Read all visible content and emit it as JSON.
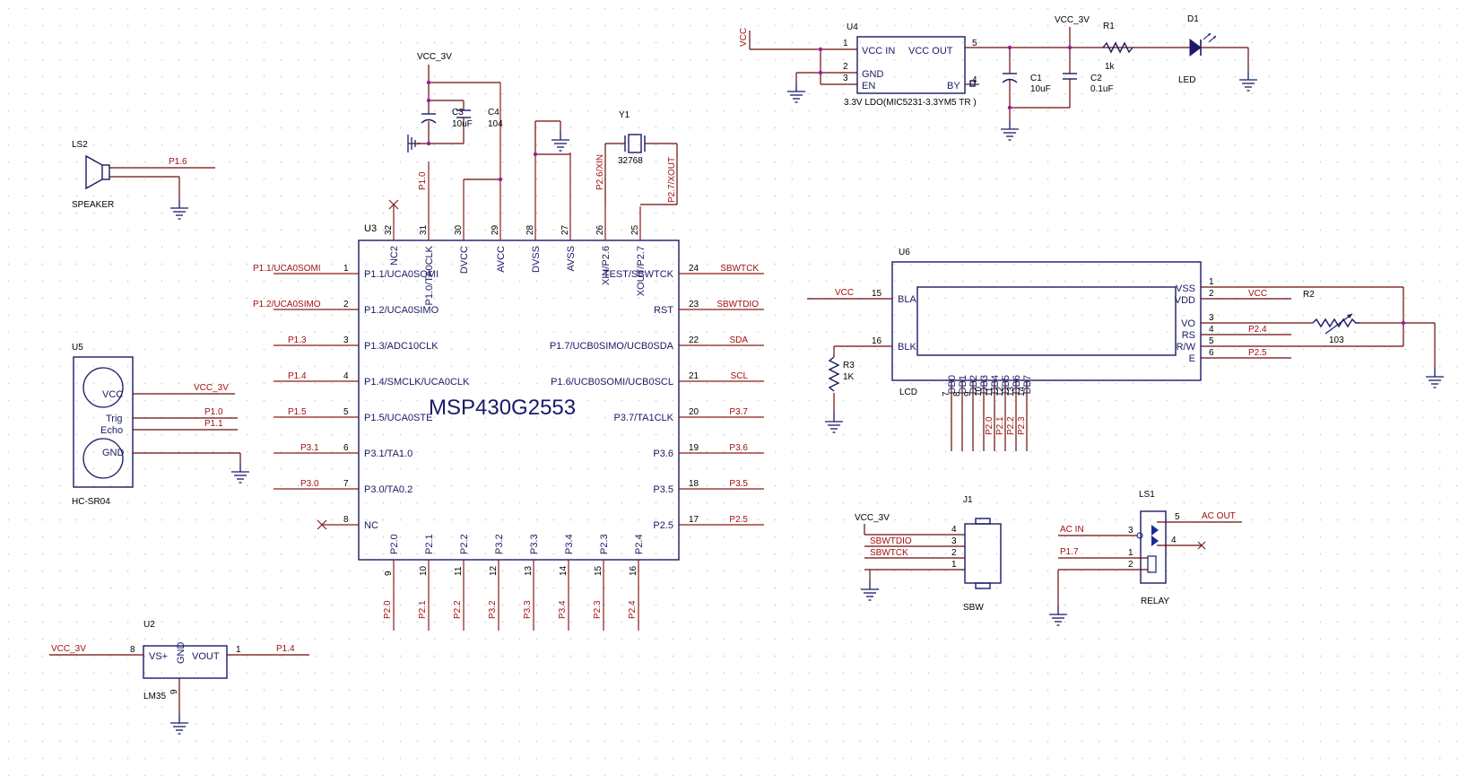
{
  "mcu": {
    "ref": "U3",
    "name": "MSP430G2553",
    "left_pins": [
      {
        "num": "1",
        "label": "P1.1/UCA0SOMI",
        "net": "P1.1/UCA0SOMI"
      },
      {
        "num": "2",
        "label": "P1.2/UCA0SIMO",
        "net": "P1.2/UCA0SIMO"
      },
      {
        "num": "3",
        "label": "P1.3/ADC10CLK",
        "net": "P1.3"
      },
      {
        "num": "4",
        "label": "P1.4/SMCLK/UCA0CLK",
        "net": "P1.4"
      },
      {
        "num": "5",
        "label": "P1.5/UCA0STE",
        "net": "P1.5"
      },
      {
        "num": "6",
        "label": "P3.1/TA1.0",
        "net": "P3.1"
      },
      {
        "num": "7",
        "label": "P3.0/TA0.2",
        "net": "P3.0"
      },
      {
        "num": "8",
        "label": "NC",
        "net": ""
      }
    ],
    "right_pins": [
      {
        "num": "24",
        "label": "TEST/SBWTCK",
        "net": "SBWTCK"
      },
      {
        "num": "23",
        "label": "RST",
        "net": "SBWTDIO"
      },
      {
        "num": "22",
        "label": "P1.7/UCB0SIMO/UCB0SDA",
        "net": "SDA"
      },
      {
        "num": "21",
        "label": "P1.6/UCB0SOMI/UCB0SCL",
        "net": "SCL"
      },
      {
        "num": "20",
        "label": "P3.7/TA1CLK",
        "net": "P3.7"
      },
      {
        "num": "19",
        "label": "P3.6",
        "net": "P3.6"
      },
      {
        "num": "18",
        "label": "P3.5",
        "net": "P3.5"
      },
      {
        "num": "17",
        "label": "P2.5",
        "net": "P2.5"
      }
    ],
    "top_pins": [
      {
        "num": "32",
        "label": "NC2"
      },
      {
        "num": "31",
        "label": "P1.0/TA0CLK"
      },
      {
        "num": "30",
        "label": "DVCC"
      },
      {
        "num": "29",
        "label": "AVCC"
      },
      {
        "num": "28",
        "label": "DVSS"
      },
      {
        "num": "27",
        "label": "AVSS"
      },
      {
        "num": "26",
        "label": "XIN/P2.6"
      },
      {
        "num": "25",
        "label": "XOUT/P2.7"
      }
    ],
    "bottom_pins": [
      {
        "num": "9",
        "label": "P2.0",
        "net": "P2.0"
      },
      {
        "num": "10",
        "label": "P2.1",
        "net": "P2.1"
      },
      {
        "num": "11",
        "label": "P2.2",
        "net": "P2.2"
      },
      {
        "num": "12",
        "label": "P3.2",
        "net": "P3.2"
      },
      {
        "num": "13",
        "label": "P3.3",
        "net": "P3.3"
      },
      {
        "num": "14",
        "label": "P3.4",
        "net": "P3.4"
      },
      {
        "num": "15",
        "label": "P2.3",
        "net": "P2.3"
      },
      {
        "num": "16",
        "label": "P2.4",
        "net": "P2.4"
      }
    ],
    "top_nets": {
      "p10": "P1.0",
      "xin": "P2.6/XIN",
      "xout": "P2.7/XOUT"
    }
  },
  "decoupling": {
    "vcc": "VCC_3V",
    "c3_ref": "C3",
    "c3_val": "10uF",
    "c4_ref": "C4",
    "c4_val": "104"
  },
  "crystal": {
    "ref": "Y1",
    "value": "32768"
  },
  "speaker": {
    "ref": "LS2",
    "name": "SPEAKER",
    "net": "P1.6"
  },
  "ultrasonic": {
    "ref": "U5",
    "name": "HC-SR04",
    "pins": [
      "VCC",
      "Trig",
      "Echo",
      "GND"
    ],
    "nets": {
      "vcc": "VCC_3V",
      "trig": "P1.0",
      "echo": "P1.1"
    }
  },
  "temp": {
    "ref": "U2",
    "name": "LM35",
    "vs": "VS+",
    "gnd": "GND",
    "vout": "VOUT",
    "pin_vs": "8",
    "pin_gnd": "9",
    "pin_vout": "1",
    "net_vs": "VCC_3V",
    "net_out": "P1.4"
  },
  "regulator": {
    "ref": "U4",
    "part": "3.3V LDO(MIC5231-3.3YM5 TR )",
    "vin": "VCC IN",
    "vout": "VCC OUT",
    "gnd": "GND",
    "en": "EN",
    "by": "BY",
    "p1": "1",
    "p2": "2",
    "p3": "3",
    "p4": "4",
    "p5": "5",
    "in_net": "VCC",
    "out_net": "VCC_3V"
  },
  "reg_caps": {
    "c1_ref": "C1",
    "c1_val": "10uF",
    "c2_ref": "C2",
    "c2_val": "0.1uF"
  },
  "led": {
    "r_ref": "R1",
    "r_val": "1k",
    "d_ref": "D1",
    "d_name": "LED"
  },
  "lcd": {
    "ref": "U6",
    "name": "LCD",
    "bla": "BLA",
    "blk": "BLK",
    "bla_pin": "15",
    "blk_pin": "16",
    "bla_net": "VCC",
    "right_labels": [
      "VSS",
      "VDD",
      "VO",
      "RS",
      "R/W",
      "E"
    ],
    "right_pins": [
      "1",
      "2",
      "3",
      "4",
      "5",
      "6"
    ],
    "right_nets": [
      "",
      "VCC",
      "",
      "P2.4",
      "",
      "P2.5"
    ],
    "db_labels": [
      "DB0",
      "DB1",
      "DB2",
      "DB3",
      "DB4",
      "DB5",
      "DB6",
      "DB7"
    ],
    "db_pins": [
      "7",
      "8",
      "9",
      "10",
      "11",
      "12",
      "13",
      "14"
    ],
    "db_nets": [
      "",
      "",
      "",
      "",
      "P2.0",
      "P2.1",
      "P2.2",
      "P2.3"
    ],
    "r3_ref": "R3",
    "r3_val": "1K",
    "r2_ref": "R2",
    "r2_val": "103"
  },
  "sbw": {
    "ref": "J1",
    "name": "SBW",
    "vcc": "VCC_3V",
    "n1": "SBWTDIO",
    "n2": "SBWTCK",
    "pins": [
      "4",
      "3",
      "2",
      "1"
    ]
  },
  "relay": {
    "ref": "LS1",
    "name": "RELAY",
    "ac_in": "AC IN",
    "ac_out": "AC OUT",
    "ctl": "P1.7",
    "pins": {
      "p5": "5",
      "p3": "3",
      "p4": "4",
      "p1": "1",
      "p2": "2"
    }
  }
}
